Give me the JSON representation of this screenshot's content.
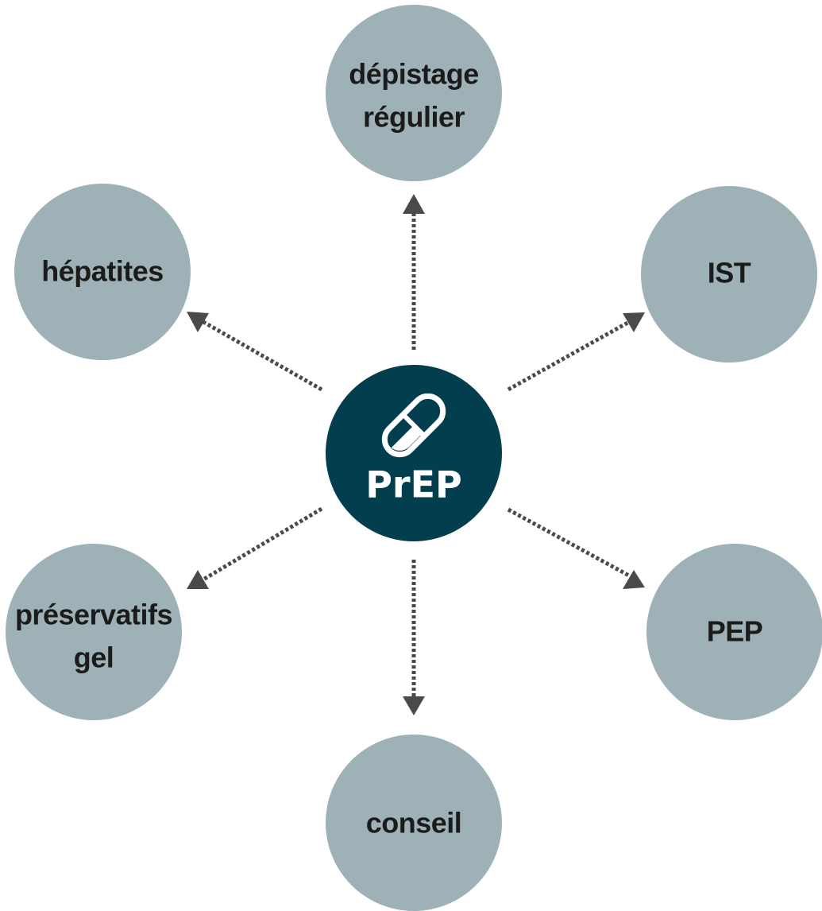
{
  "center": {
    "label": "PrEP",
    "icon": "pill-capsule-icon",
    "color": "#023e4d"
  },
  "satellite_color": "#9db1b7",
  "nodes": [
    {
      "id": "depistage",
      "lines": [
        "dépistage",
        "régulier"
      ]
    },
    {
      "id": "ist",
      "lines": [
        "IST"
      ]
    },
    {
      "id": "pep",
      "lines": [
        "PEP"
      ]
    },
    {
      "id": "conseil",
      "lines": [
        "conseil"
      ]
    },
    {
      "id": "preservatifs",
      "lines": [
        "préservatifs",
        "gel"
      ]
    },
    {
      "id": "hepatites",
      "lines": [
        "hépatites"
      ]
    }
  ]
}
